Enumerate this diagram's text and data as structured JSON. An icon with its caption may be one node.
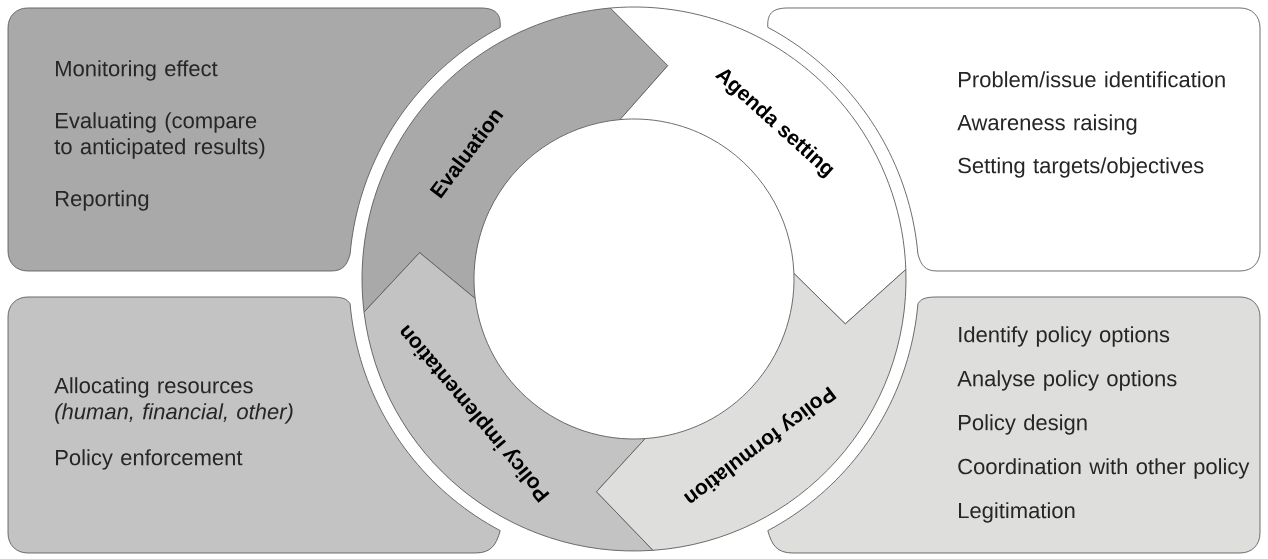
{
  "diagram": {
    "nodes": [
      {
        "text": [
          "Monitoring effect",
          "Evaluating (compare to anticipated results)",
          "Reporting"
        ]
      },
      {
        "text": [
          "Evaluation"
        ]
      },
      {
        "text": [
          "Agenda setting"
        ]
      },
      {
        "text": [
          "Problem/issue identification",
          "Awareness raising",
          "Setting targets/objectives"
        ]
      },
      {
        "text": [
          "Allocating resources *(human, financial, other)*",
          "Policy enforcement"
        ]
      },
      {
        "text": [
          "Policy implementation"
        ]
      },
      {
        "text": [
          "Policy formulation"
        ]
      },
      {
        "text": [
          "Identify policy options",
          "Analyse policy options",
          "Policy design",
          "Coordination with other policy",
          "Legitimation"
        ]
      }
    ]
  }
}
